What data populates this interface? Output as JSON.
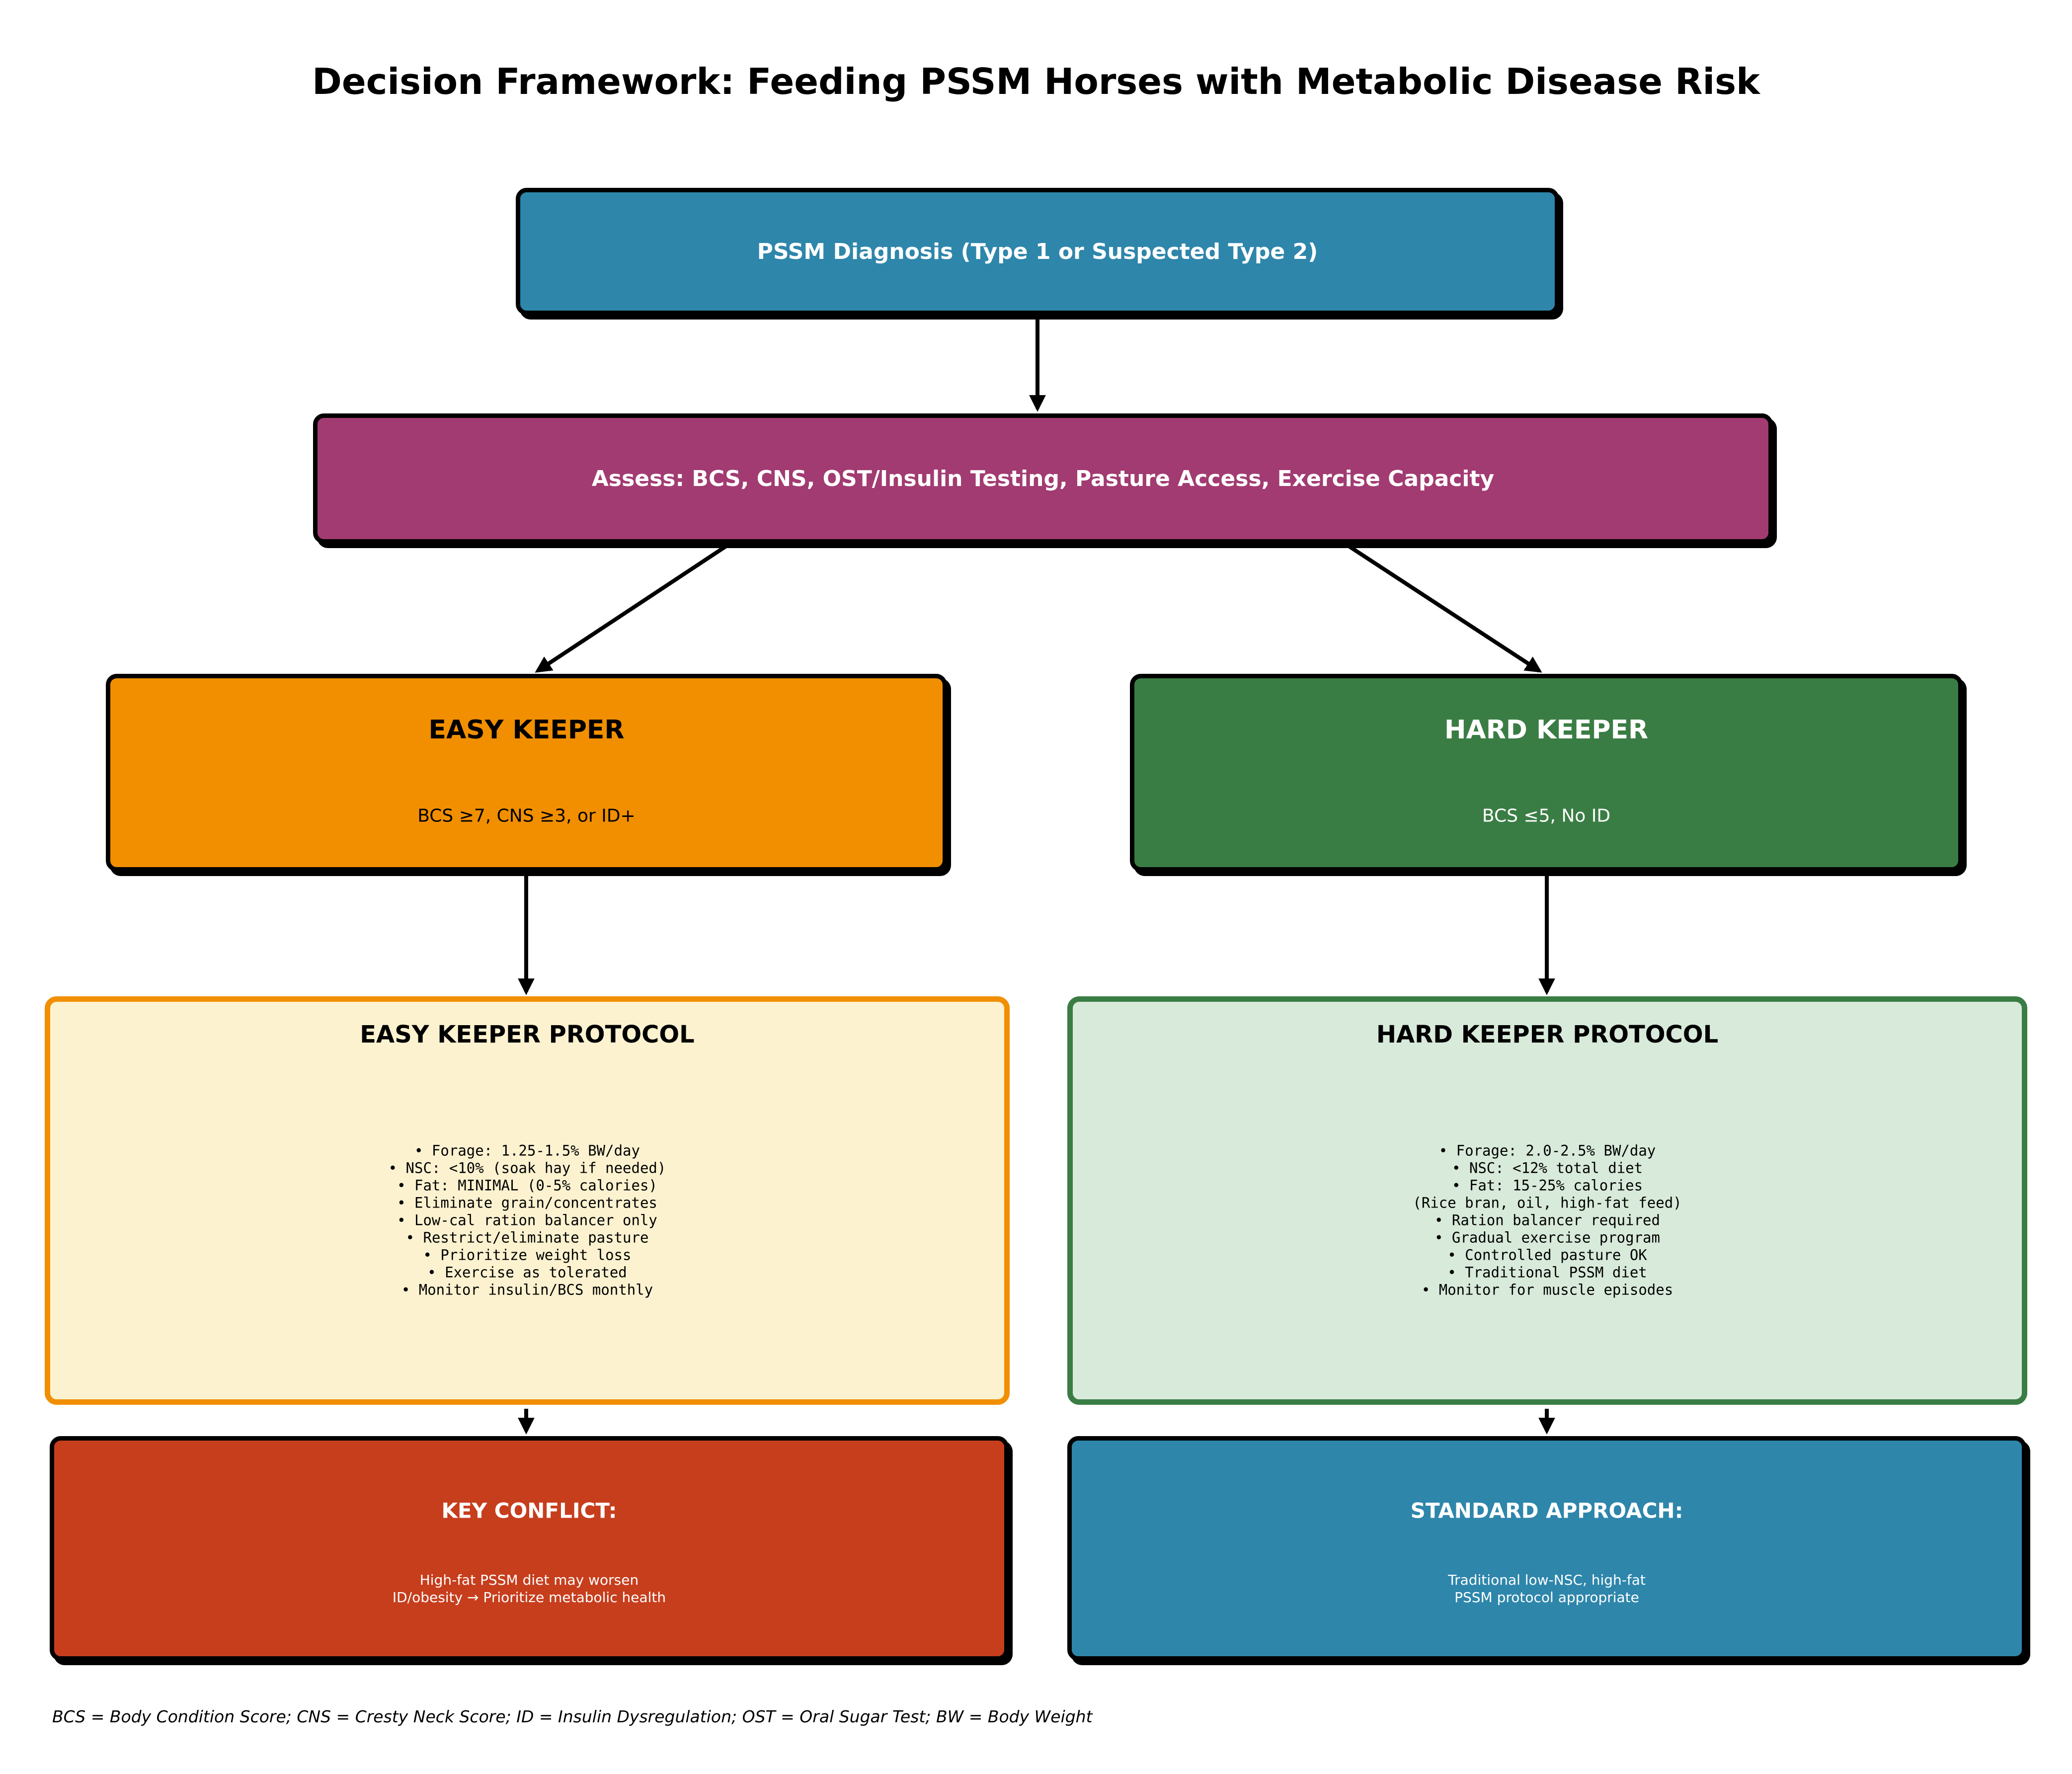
{
  "title": "Decision Framework: Feeding PSSM Horses with Metabolic Disease Risk",
  "nodes": {
    "diagnosis": {
      "label": "PSSM Diagnosis (Type 1 or Suspected Type 2)"
    },
    "assess": {
      "label": "Assess: BCS, CNS, OST/Insulin Testing, Pasture Access, Exercise Capacity"
    },
    "easy_keeper": {
      "title": "EASY KEEPER",
      "subtitle": "BCS ≥7, CNS ≥3, or ID+"
    },
    "hard_keeper": {
      "title": "HARD KEEPER",
      "subtitle": "BCS ≤5, No ID"
    },
    "easy_protocol": {
      "title": "EASY KEEPER PROTOCOL",
      "items": [
        "• Forage: 1.25-1.5% BW/day",
        "• NSC: <10% (soak hay if needed)",
        "• Fat: MINIMAL (0-5% calories)",
        "• Eliminate grain/concentrates",
        "• Low-cal ration balancer only",
        "• Restrict/eliminate pasture",
        "• Prioritize weight loss",
        "• Exercise as tolerated",
        "• Monitor insulin/BCS monthly"
      ]
    },
    "hard_protocol": {
      "title": "HARD KEEPER PROTOCOL",
      "items": [
        "• Forage: 2.0-2.5% BW/day",
        "• NSC: <12% total diet",
        "• Fat: 15-25% calories",
        "(Rice bran, oil, high-fat feed)",
        "• Ration balancer required",
        "• Gradual exercise program",
        "• Controlled pasture OK",
        "• Traditional PSSM diet",
        "• Monitor for muscle episodes"
      ]
    },
    "key_conflict": {
      "title": "KEY CONFLICT:",
      "lines": [
        "High-fat PSSM diet may worsen",
        "ID/obesity → Prioritize metabolic health"
      ]
    },
    "standard_approach": {
      "title": "STANDARD APPROACH:",
      "lines": [
        "Traditional low-NSC, high-fat",
        "PSSM protocol appropriate"
      ]
    }
  },
  "footnote": "BCS = Body Condition Score; CNS = Cresty Neck Score; ID = Insulin Dysregulation; OST = Oral Sugar Test; BW = Body Weight",
  "colors": {
    "diagnosis_bg": "#2E86AB",
    "assess_bg": "#A23B72",
    "easy_keeper_bg": "#F18F01",
    "hard_keeper_bg": "#3A7D44",
    "easy_protocol_bg": "#FCF2D0",
    "easy_protocol_border": "#F18F01",
    "hard_protocol_bg": "#D8EADA",
    "hard_protocol_border": "#3A7D44",
    "conflict_bg": "#C73E1D",
    "standard_bg": "#2E86AB",
    "arrow": "#000000"
  }
}
